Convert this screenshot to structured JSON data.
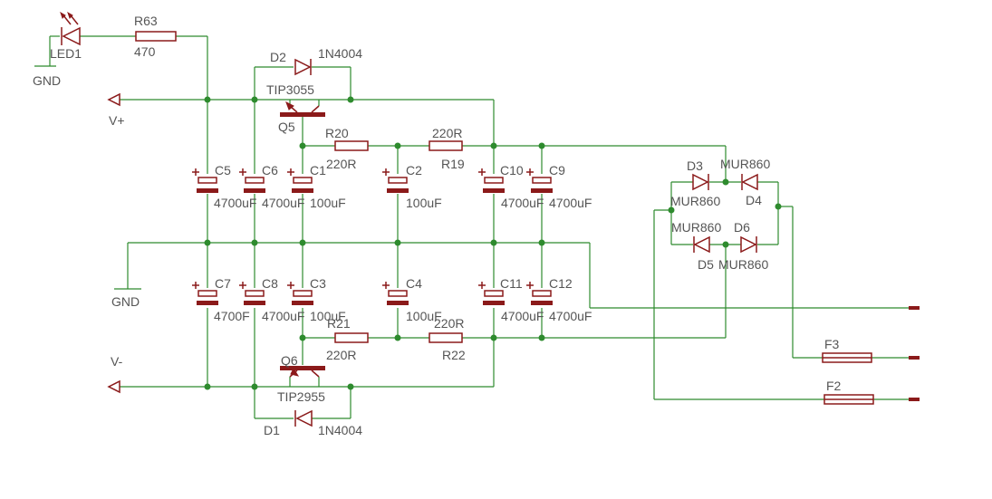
{
  "labels": {
    "led": {
      "ref": "LED1"
    },
    "r63": {
      "ref": "R63",
      "val": "470"
    },
    "gnd_led": "GND",
    "gnd_left": "GND",
    "vplus": "V+",
    "vminus": "V-",
    "d2": {
      "ref": "D2",
      "val": "1N4004"
    },
    "d1": {
      "ref": "D1",
      "val": "1N4004"
    },
    "q5": {
      "ref": "Q5",
      "val": "TIP3055"
    },
    "q6": {
      "ref": "Q6",
      "val": "TIP2955"
    },
    "r20": {
      "ref": "R20",
      "val": "220R"
    },
    "r19": {
      "ref": "R19",
      "val": "220R"
    },
    "r21": {
      "ref": "R21",
      "val": "220R"
    },
    "r22": {
      "ref": "R22",
      "val": "220R"
    },
    "c5": {
      "ref": "C5",
      "val": "4700uF"
    },
    "c6": {
      "ref": "C6",
      "val": "4700uF"
    },
    "c1": {
      "ref": "C1",
      "val": "100uF"
    },
    "c2": {
      "ref": "C2",
      "val": "100uF"
    },
    "c10": {
      "ref": "C10",
      "val": "4700uF"
    },
    "c9": {
      "ref": "C9",
      "val": "4700uF"
    },
    "c7": {
      "ref": "C7",
      "val": "4700F"
    },
    "c8": {
      "ref": "C8",
      "val": "4700uF"
    },
    "c3": {
      "ref": "C3",
      "val": "100uF"
    },
    "c4": {
      "ref": "C4",
      "val": "100uF"
    },
    "c11": {
      "ref": "C11",
      "val": "4700uF"
    },
    "c12": {
      "ref": "C12",
      "val": "4700uF"
    },
    "d3": {
      "ref": "D3",
      "val": "MUR860"
    },
    "d4": {
      "ref": "D4",
      "val": "MUR860"
    },
    "d5": {
      "ref": "D5",
      "val": "MUR860"
    },
    "d6": {
      "ref": "D6",
      "val": "MUR860"
    },
    "f3": {
      "ref": "F3"
    },
    "f2": {
      "ref": "F2"
    }
  },
  "colors": {
    "wire": "#2e8b2e",
    "symbol": "#8b1a1a",
    "text": "#555555",
    "background": "#ffffff"
  }
}
